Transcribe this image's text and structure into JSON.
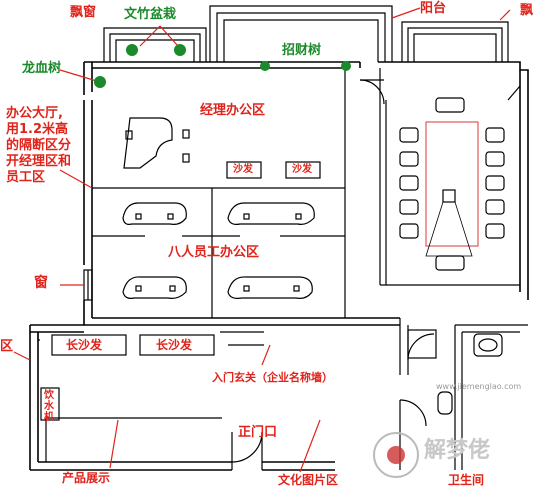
{
  "labels": {
    "bay_window_left": "飘窗",
    "bamboo_bonsai": "文竹盆栽",
    "balcony": "阳台",
    "bay_window_right": "飘",
    "dragon_blood_tree": "龙血树",
    "money_tree": "招财树",
    "manager_office": "经理办公区",
    "open_office_note": [
      "办公大厅,",
      "用1.2米高",
      "的隔断区分",
      "开经理区和",
      "员工区"
    ],
    "sofa_1": "沙发",
    "sofa_2": "沙发",
    "staff_area": "八人员工办公区",
    "window": "窗",
    "area_left": "区",
    "long_sofa_1": "长沙发",
    "long_sofa_2": "长沙发",
    "entrance_hall": "入门玄关（企业名称墙）",
    "water_dispenser": "饮水机",
    "main_door": "正门口",
    "product_display": "产品展示",
    "culture_wall": "文化图片区",
    "restroom": "卫生间",
    "watermark_cn": "解梦佬",
    "watermark_url": "www.jiemenglao.com"
  },
  "colors": {
    "wall": "#000000",
    "label_red": "#e0241b",
    "plant_green": "#1a8a2a",
    "conference_outline": "#e05a5a"
  }
}
